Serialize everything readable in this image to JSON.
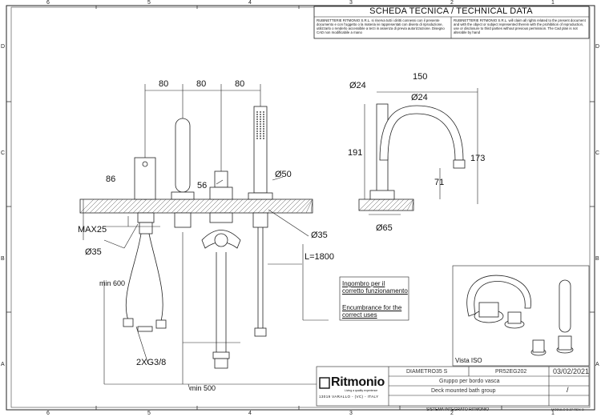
{
  "grid": {
    "top": [
      "6",
      "5",
      "4",
      "3",
      "2",
      "1"
    ],
    "bottom": [
      "6",
      "5",
      "4",
      "3",
      "2",
      "1"
    ],
    "left": [
      "D",
      "C",
      "B",
      "A"
    ],
    "right": [
      "D",
      "C",
      "B",
      "A"
    ]
  },
  "header": {
    "title": "SCHEDA TECNICA / TECHNICAL DATA",
    "notice_it": "RUBINETTERIE RITMONIO S.R.L. si riserva tutti i diritti connessi con il presente documento e con l'oggetto o la materia ivi rappresentati con divieto di riproduzione, utilizzarlo o renderlo accessibile a terzi in assenza di previa autorizzazione. Disegno CAD non modificabile a mano",
    "notice_en": "RUBINETTERIE RITMONIO S.R.L. will claim all rights related to the present document and with the object or subject represented therein with the prohibition of reproduction, use or disclosure to third parties without previous permission. The Cad plan is not alterable by hand"
  },
  "dimensions": {
    "top1": "80",
    "top2": "80",
    "top3": "80",
    "h86": "86",
    "h56": "56",
    "d50": "Ø50",
    "max25": "MAX25",
    "d35_left": "Ø35",
    "d35_right": "Ø35",
    "min600": "min 600",
    "l1800": "L=1800",
    "g38": "2XG3/8",
    "min500": "min 500",
    "side_d24_top": "Ø24",
    "side_150": "150",
    "side_d24": "Ø24",
    "side_191": "191",
    "side_173": "173",
    "side_71": "71",
    "side_d65": "Ø65"
  },
  "notes": {
    "it": "Ingombro per il corretto funzionamento",
    "en": "Encumbrance for the correct uses"
  },
  "iso_label": "Vista ISO",
  "title_block": {
    "brand": "Ritmonio",
    "tagline": "Living a quality experience",
    "address": "13019 VARALLO - (VC) - ITALY",
    "series": "DIAMETRO35 S",
    "code": "PR52EG202",
    "date": "03/02/2021",
    "desc_it": "Gruppo per bordo vasca",
    "desc_en": "Deck mounted bath group",
    "rev": "/",
    "system": "SISTEMA INTEGRATO RITMONIO",
    "module": "MODULO D.27 REV. 3"
  }
}
